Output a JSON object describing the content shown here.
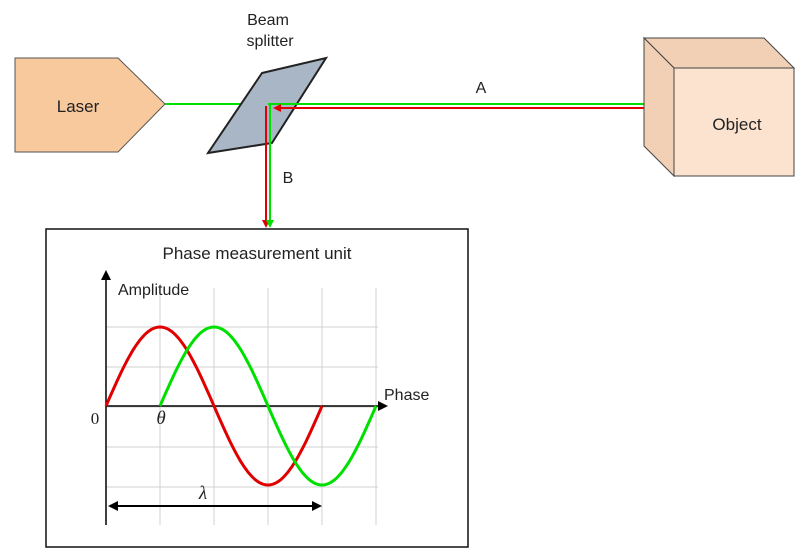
{
  "labels": {
    "laser": "Laser",
    "beam_splitter_line1": "Beam",
    "beam_splitter_line2": "splitter",
    "path_a": "A",
    "path_b": "B",
    "object": "Object",
    "unit_title": "Phase measurement unit",
    "amplitude_axis": "Amplitude",
    "phase_axis": "Phase",
    "origin": "0",
    "theta": "θ",
    "lambda": "λ"
  },
  "colors": {
    "laser_fill": "#f8c99c",
    "object_fill": "#fbe3cf",
    "object_side": "#f1d0b5",
    "splitter_fill": "#a9b6c5",
    "beam_green": "#00e000",
    "beam_red": "#e00000",
    "grid": "#d0d0d0"
  },
  "waves": {
    "reference_phase_shift": 0,
    "measured_phase_shift_fraction": 0.25
  }
}
